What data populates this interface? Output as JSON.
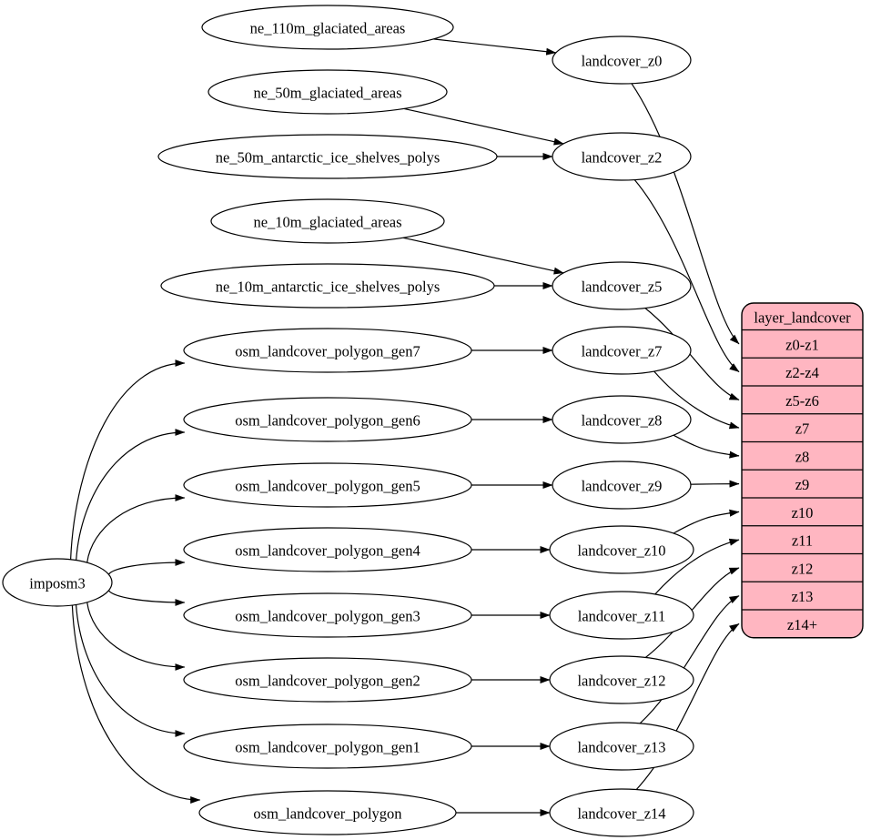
{
  "diagram": {
    "colors": {
      "background": "#ffffff",
      "node_fill": "#ffffff",
      "node_stroke": "#000000",
      "edge_stroke": "#000000",
      "table_fill": "#ffb6c1",
      "table_stroke": "#000000",
      "text": "#000000"
    },
    "nodes": [
      {
        "id": "imposm3",
        "label": "imposm3"
      },
      {
        "id": "ne_110m_glaciated_areas",
        "label": "ne_110m_glaciated_areas"
      },
      {
        "id": "ne_50m_glaciated_areas",
        "label": "ne_50m_glaciated_areas"
      },
      {
        "id": "ne_50m_antarctic_ice_shelves_polys",
        "label": "ne_50m_antarctic_ice_shelves_polys"
      },
      {
        "id": "ne_10m_glaciated_areas",
        "label": "ne_10m_glaciated_areas"
      },
      {
        "id": "ne_10m_antarctic_ice_shelves_polys",
        "label": "ne_10m_antarctic_ice_shelves_polys"
      },
      {
        "id": "osm_landcover_polygon_gen7",
        "label": "osm_landcover_polygon_gen7"
      },
      {
        "id": "osm_landcover_polygon_gen6",
        "label": "osm_landcover_polygon_gen6"
      },
      {
        "id": "osm_landcover_polygon_gen5",
        "label": "osm_landcover_polygon_gen5"
      },
      {
        "id": "osm_landcover_polygon_gen4",
        "label": "osm_landcover_polygon_gen4"
      },
      {
        "id": "osm_landcover_polygon_gen3",
        "label": "osm_landcover_polygon_gen3"
      },
      {
        "id": "osm_landcover_polygon_gen2",
        "label": "osm_landcover_polygon_gen2"
      },
      {
        "id": "osm_landcover_polygon_gen1",
        "label": "osm_landcover_polygon_gen1"
      },
      {
        "id": "osm_landcover_polygon",
        "label": "osm_landcover_polygon"
      },
      {
        "id": "landcover_z0",
        "label": "landcover_z0"
      },
      {
        "id": "landcover_z2",
        "label": "landcover_z2"
      },
      {
        "id": "landcover_z5",
        "label": "landcover_z5"
      },
      {
        "id": "landcover_z7",
        "label": "landcover_z7"
      },
      {
        "id": "landcover_z8",
        "label": "landcover_z8"
      },
      {
        "id": "landcover_z9",
        "label": "landcover_z9"
      },
      {
        "id": "landcover_z10",
        "label": "landcover_z10"
      },
      {
        "id": "landcover_z11",
        "label": "landcover_z11"
      },
      {
        "id": "landcover_z12",
        "label": "landcover_z12"
      },
      {
        "id": "landcover_z13",
        "label": "landcover_z13"
      },
      {
        "id": "landcover_z14",
        "label": "landcover_z14"
      }
    ],
    "table": {
      "id": "layer_landcover",
      "title": "layer_landcover",
      "rows": [
        "z0-z1",
        "z2-z4",
        "z5-z6",
        "z7",
        "z8",
        "z9",
        "z10",
        "z11",
        "z12",
        "z13",
        "z14+"
      ]
    },
    "edges": [
      {
        "from": "imposm3",
        "to": "osm_landcover_polygon_gen7"
      },
      {
        "from": "imposm3",
        "to": "osm_landcover_polygon_gen6"
      },
      {
        "from": "imposm3",
        "to": "osm_landcover_polygon_gen5"
      },
      {
        "from": "imposm3",
        "to": "osm_landcover_polygon_gen4"
      },
      {
        "from": "imposm3",
        "to": "osm_landcover_polygon_gen3"
      },
      {
        "from": "imposm3",
        "to": "osm_landcover_polygon_gen2"
      },
      {
        "from": "imposm3",
        "to": "osm_landcover_polygon_gen1"
      },
      {
        "from": "imposm3",
        "to": "osm_landcover_polygon"
      },
      {
        "from": "ne_110m_glaciated_areas",
        "to": "landcover_z0"
      },
      {
        "from": "ne_50m_glaciated_areas",
        "to": "landcover_z2"
      },
      {
        "from": "ne_50m_antarctic_ice_shelves_polys",
        "to": "landcover_z2"
      },
      {
        "from": "ne_10m_glaciated_areas",
        "to": "landcover_z5"
      },
      {
        "from": "ne_10m_antarctic_ice_shelves_polys",
        "to": "landcover_z5"
      },
      {
        "from": "osm_landcover_polygon_gen7",
        "to": "landcover_z7"
      },
      {
        "from": "osm_landcover_polygon_gen6",
        "to": "landcover_z8"
      },
      {
        "from": "osm_landcover_polygon_gen5",
        "to": "landcover_z9"
      },
      {
        "from": "osm_landcover_polygon_gen4",
        "to": "landcover_z10"
      },
      {
        "from": "osm_landcover_polygon_gen3",
        "to": "landcover_z11"
      },
      {
        "from": "osm_landcover_polygon_gen2",
        "to": "landcover_z12"
      },
      {
        "from": "osm_landcover_polygon_gen1",
        "to": "landcover_z13"
      },
      {
        "from": "osm_landcover_polygon",
        "to": "landcover_z14"
      },
      {
        "from": "landcover_z0",
        "to": "layer_landcover:z0-z1"
      },
      {
        "from": "landcover_z2",
        "to": "layer_landcover:z2-z4"
      },
      {
        "from": "landcover_z5",
        "to": "layer_landcover:z5-z6"
      },
      {
        "from": "landcover_z7",
        "to": "layer_landcover:z7"
      },
      {
        "from": "landcover_z8",
        "to": "layer_landcover:z8"
      },
      {
        "from": "landcover_z9",
        "to": "layer_landcover:z9"
      },
      {
        "from": "landcover_z10",
        "to": "layer_landcover:z10"
      },
      {
        "from": "landcover_z11",
        "to": "layer_landcover:z11"
      },
      {
        "from": "landcover_z12",
        "to": "layer_landcover:z12"
      },
      {
        "from": "landcover_z13",
        "to": "layer_landcover:z13"
      },
      {
        "from": "landcover_z14",
        "to": "layer_landcover:z14+"
      }
    ]
  }
}
